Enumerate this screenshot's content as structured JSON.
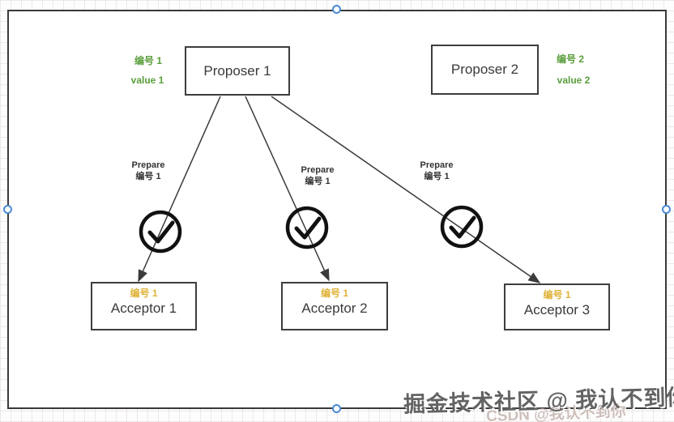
{
  "diagram": {
    "proposers": [
      {
        "label": "Proposer 1",
        "number_label": "编号 1",
        "value_label": "value 1"
      },
      {
        "label": "Proposer 2",
        "number_label": "编号 2",
        "value_label": "value 2"
      }
    ],
    "acceptors": [
      {
        "number_label": "编号 1",
        "label": "Acceptor 1"
      },
      {
        "number_label": "编号 1",
        "label": "Acceptor 2"
      },
      {
        "number_label": "编号 1",
        "label": "Acceptor 3"
      }
    ],
    "messages": [
      {
        "title": "Prepare",
        "number": "编号 1"
      },
      {
        "title": "Prepare",
        "number": "编号 1"
      },
      {
        "title": "Prepare",
        "number": "编号 1"
      }
    ],
    "colors": {
      "label_green": "#5a9e3c",
      "label_yellow": "#dfb236",
      "shape_line": "#3d3d3d",
      "selection_blue": "#4a8ad4"
    }
  },
  "watermark": {
    "primary": "掘金技术社区 @ 我认不到你",
    "secondary": "CSDN @我认不到你"
  }
}
